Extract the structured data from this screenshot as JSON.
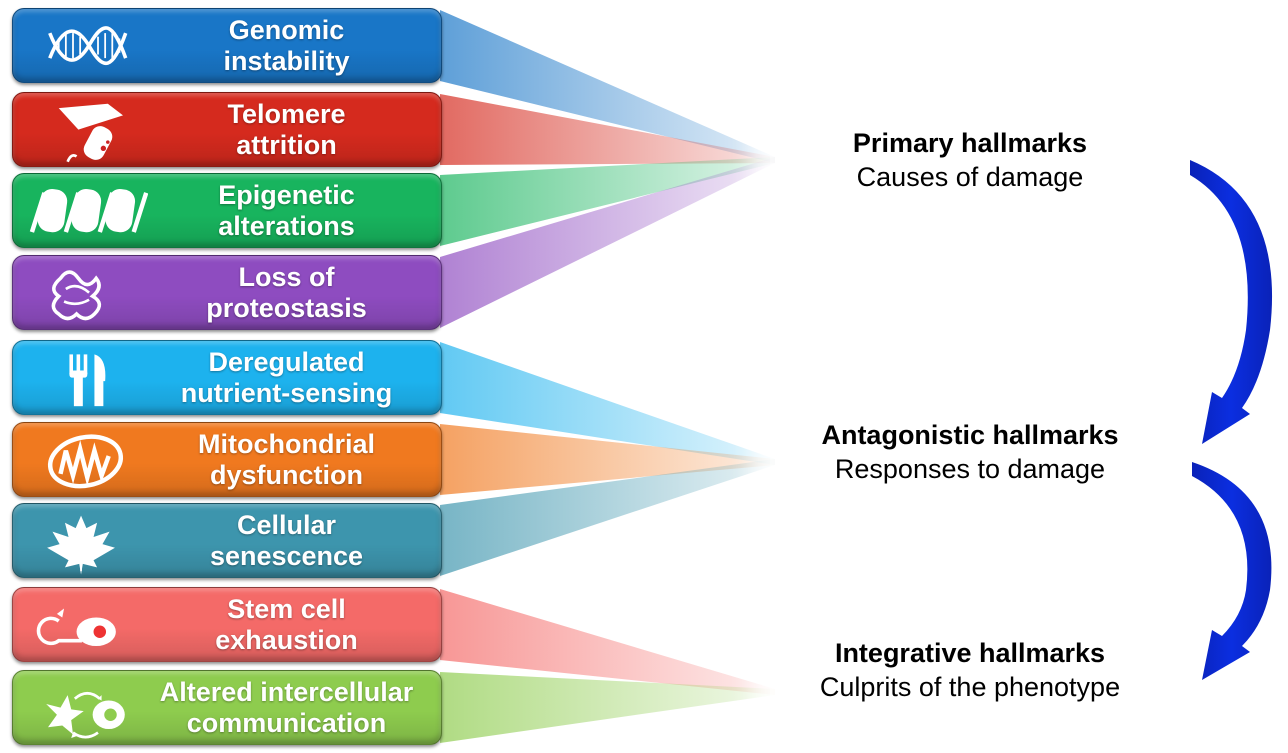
{
  "hallmarks": [
    {
      "label": "Genomic\ninstability",
      "color": "#1976c7",
      "icon": "dna-helix-icon",
      "group": 0
    },
    {
      "label": "Telomere\nattrition",
      "color": "#d52a1e",
      "icon": "chromosome-icon",
      "group": 0
    },
    {
      "label": "Epigenetic\nalterations",
      "color": "#18b45e",
      "icon": "nucleosome-icon",
      "group": 0
    },
    {
      "label": "Loss of\nproteostasis",
      "color": "#8e4cc0",
      "icon": "protein-icon",
      "group": 0
    },
    {
      "label": "Deregulated\nnutrient-sensing",
      "color": "#1db2ee",
      "icon": "fork-knife-icon",
      "group": 1
    },
    {
      "label": "Mitochondrial\ndysfunction",
      "color": "#f0791f",
      "icon": "mitochondrion-icon",
      "group": 1
    },
    {
      "label": "Cellular\nsenescence",
      "color": "#3d95ad",
      "icon": "maple-leaf-icon",
      "group": 1
    },
    {
      "label": "Stem cell\nexhaustion",
      "color": "#f46a68",
      "icon": "stem-cell-icon",
      "group": 2
    },
    {
      "label": "Altered intercellular\ncommunication",
      "color": "#8ecc4e",
      "icon": "cell-communication-icon",
      "group": 2
    }
  ],
  "categories": [
    {
      "title": "Primary hallmarks",
      "subtitle": "Causes of damage"
    },
    {
      "title": "Antagonistic hallmarks",
      "subtitle": "Responses to damage"
    },
    {
      "title": "Integrative hallmarks",
      "subtitle": "Culprits of the phenotype"
    }
  ],
  "arrow_color": "#0b2ee0"
}
